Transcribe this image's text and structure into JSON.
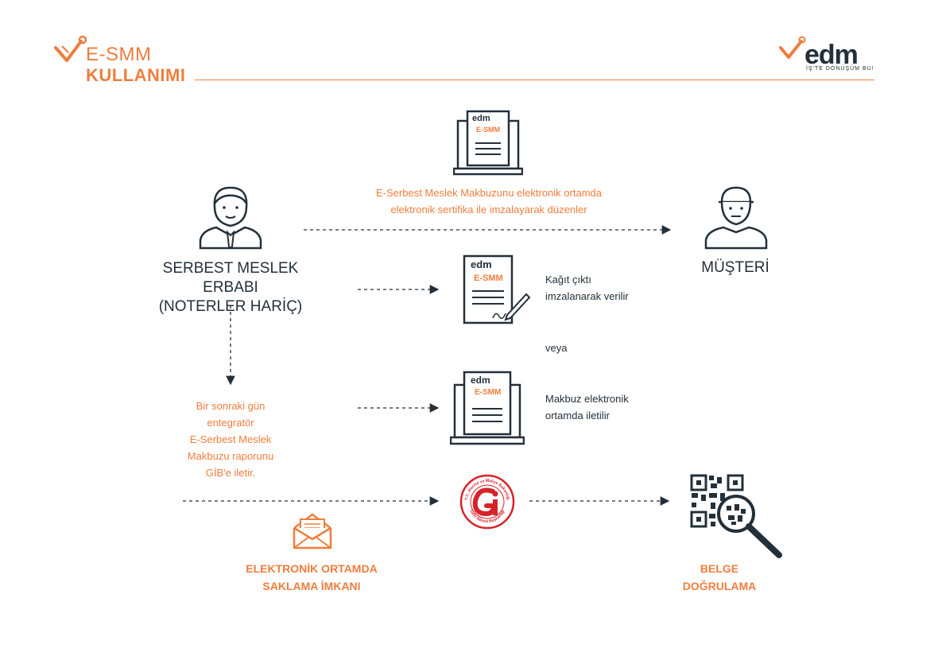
{
  "header": {
    "title_line1": "E-SMM",
    "title_line2": "KULLANIMI",
    "brand": "edm",
    "brand_tagline": "İŞ'TE DÖNÜŞÜM BU!"
  },
  "doc_icon": {
    "brand": "edm",
    "label": "E-SMM"
  },
  "nodes": {
    "provider_line1": "SERBEST MESLEK ERBABI",
    "provider_line2": "(NOTERLER HARİÇ)",
    "customer": "MÜŞTERİ"
  },
  "edges": {
    "sign_line1": "E-Serbest Meslek Makbuzunu elektronik ortamda",
    "sign_line2": "elektronik sertifika ile imzalayarak düzenler",
    "paper_line1": "Kağıt çıktı",
    "paper_line2": "imzalanarak verilir",
    "or": "veya",
    "electronic_line1": "Makbuz elektronik",
    "electronic_line2": "ortamda iletilir",
    "report_lines": [
      "Bir sonraki gün",
      "entegratör",
      "E-Serbest Meslek",
      "Makbuzu raporunu",
      "GİB'e iletir."
    ]
  },
  "gib_seal": {
    "ring_top": "T.C. Hazine ve Maliye Bakanlığı",
    "ring_bottom": "Gelir İdaresi Başkanlığı"
  },
  "storage_line1": "ELEKTRONİK ORTAMDA",
  "storage_line2": "SAKLAMA İMKANI",
  "verify_line1": "BELGE",
  "verify_line2": "DOĞRULAMA",
  "colors": {
    "accent": "#ef7d3c",
    "dark": "#23303a",
    "gib_red": "#d6232a"
  },
  "icons": [
    "logo-check-icon",
    "laptop-doc-icon",
    "person-suit-icon",
    "person-cap-icon",
    "signed-doc-icon",
    "envelope-icon",
    "gib-seal-icon",
    "qr-magnifier-icon",
    "arrow-icon"
  ]
}
